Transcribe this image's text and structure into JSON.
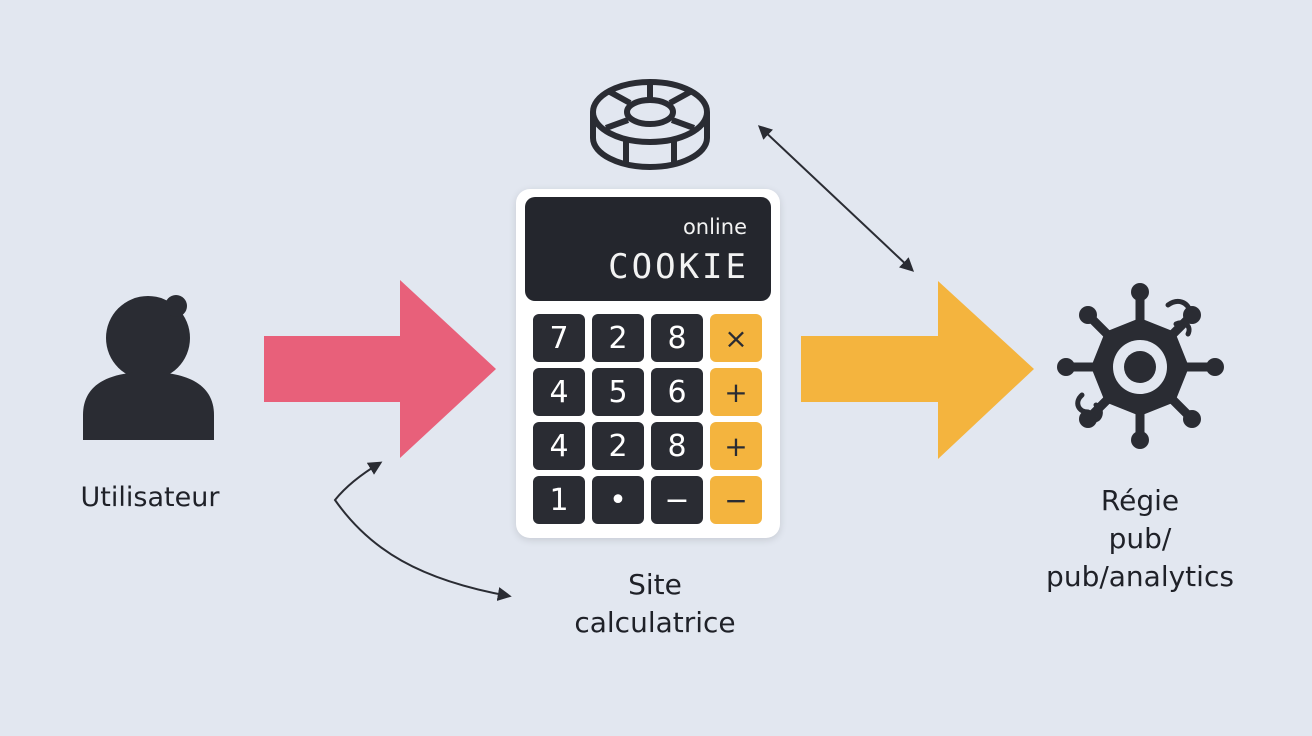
{
  "nodes": {
    "user": {
      "label": "Utilisateur"
    },
    "site": {
      "label_line1": "Site",
      "label_line2": "calculatrice"
    },
    "regie": {
      "label_line1": "Régie",
      "label_line2": "pub/",
      "label_line3": "pub/analytics"
    }
  },
  "calculator": {
    "mode": "online",
    "display_value": "COOKIE",
    "keys": [
      [
        "7",
        "2",
        "8",
        "×"
      ],
      [
        "4",
        "5",
        "6",
        "+"
      ],
      [
        "4",
        "2",
        "8",
        "+"
      ],
      [
        "1",
        "•",
        "−",
        "−"
      ]
    ]
  },
  "colors": {
    "background": "#e2e7f0",
    "arrow_left": "#e8607a",
    "arrow_right": "#f4b43e",
    "icon_dark": "#2a2c33",
    "key_operator": "#f4b43e"
  },
  "icons": {
    "user": "person-icon",
    "cookie": "cookie-icon",
    "regie": "network-gear-icon"
  }
}
